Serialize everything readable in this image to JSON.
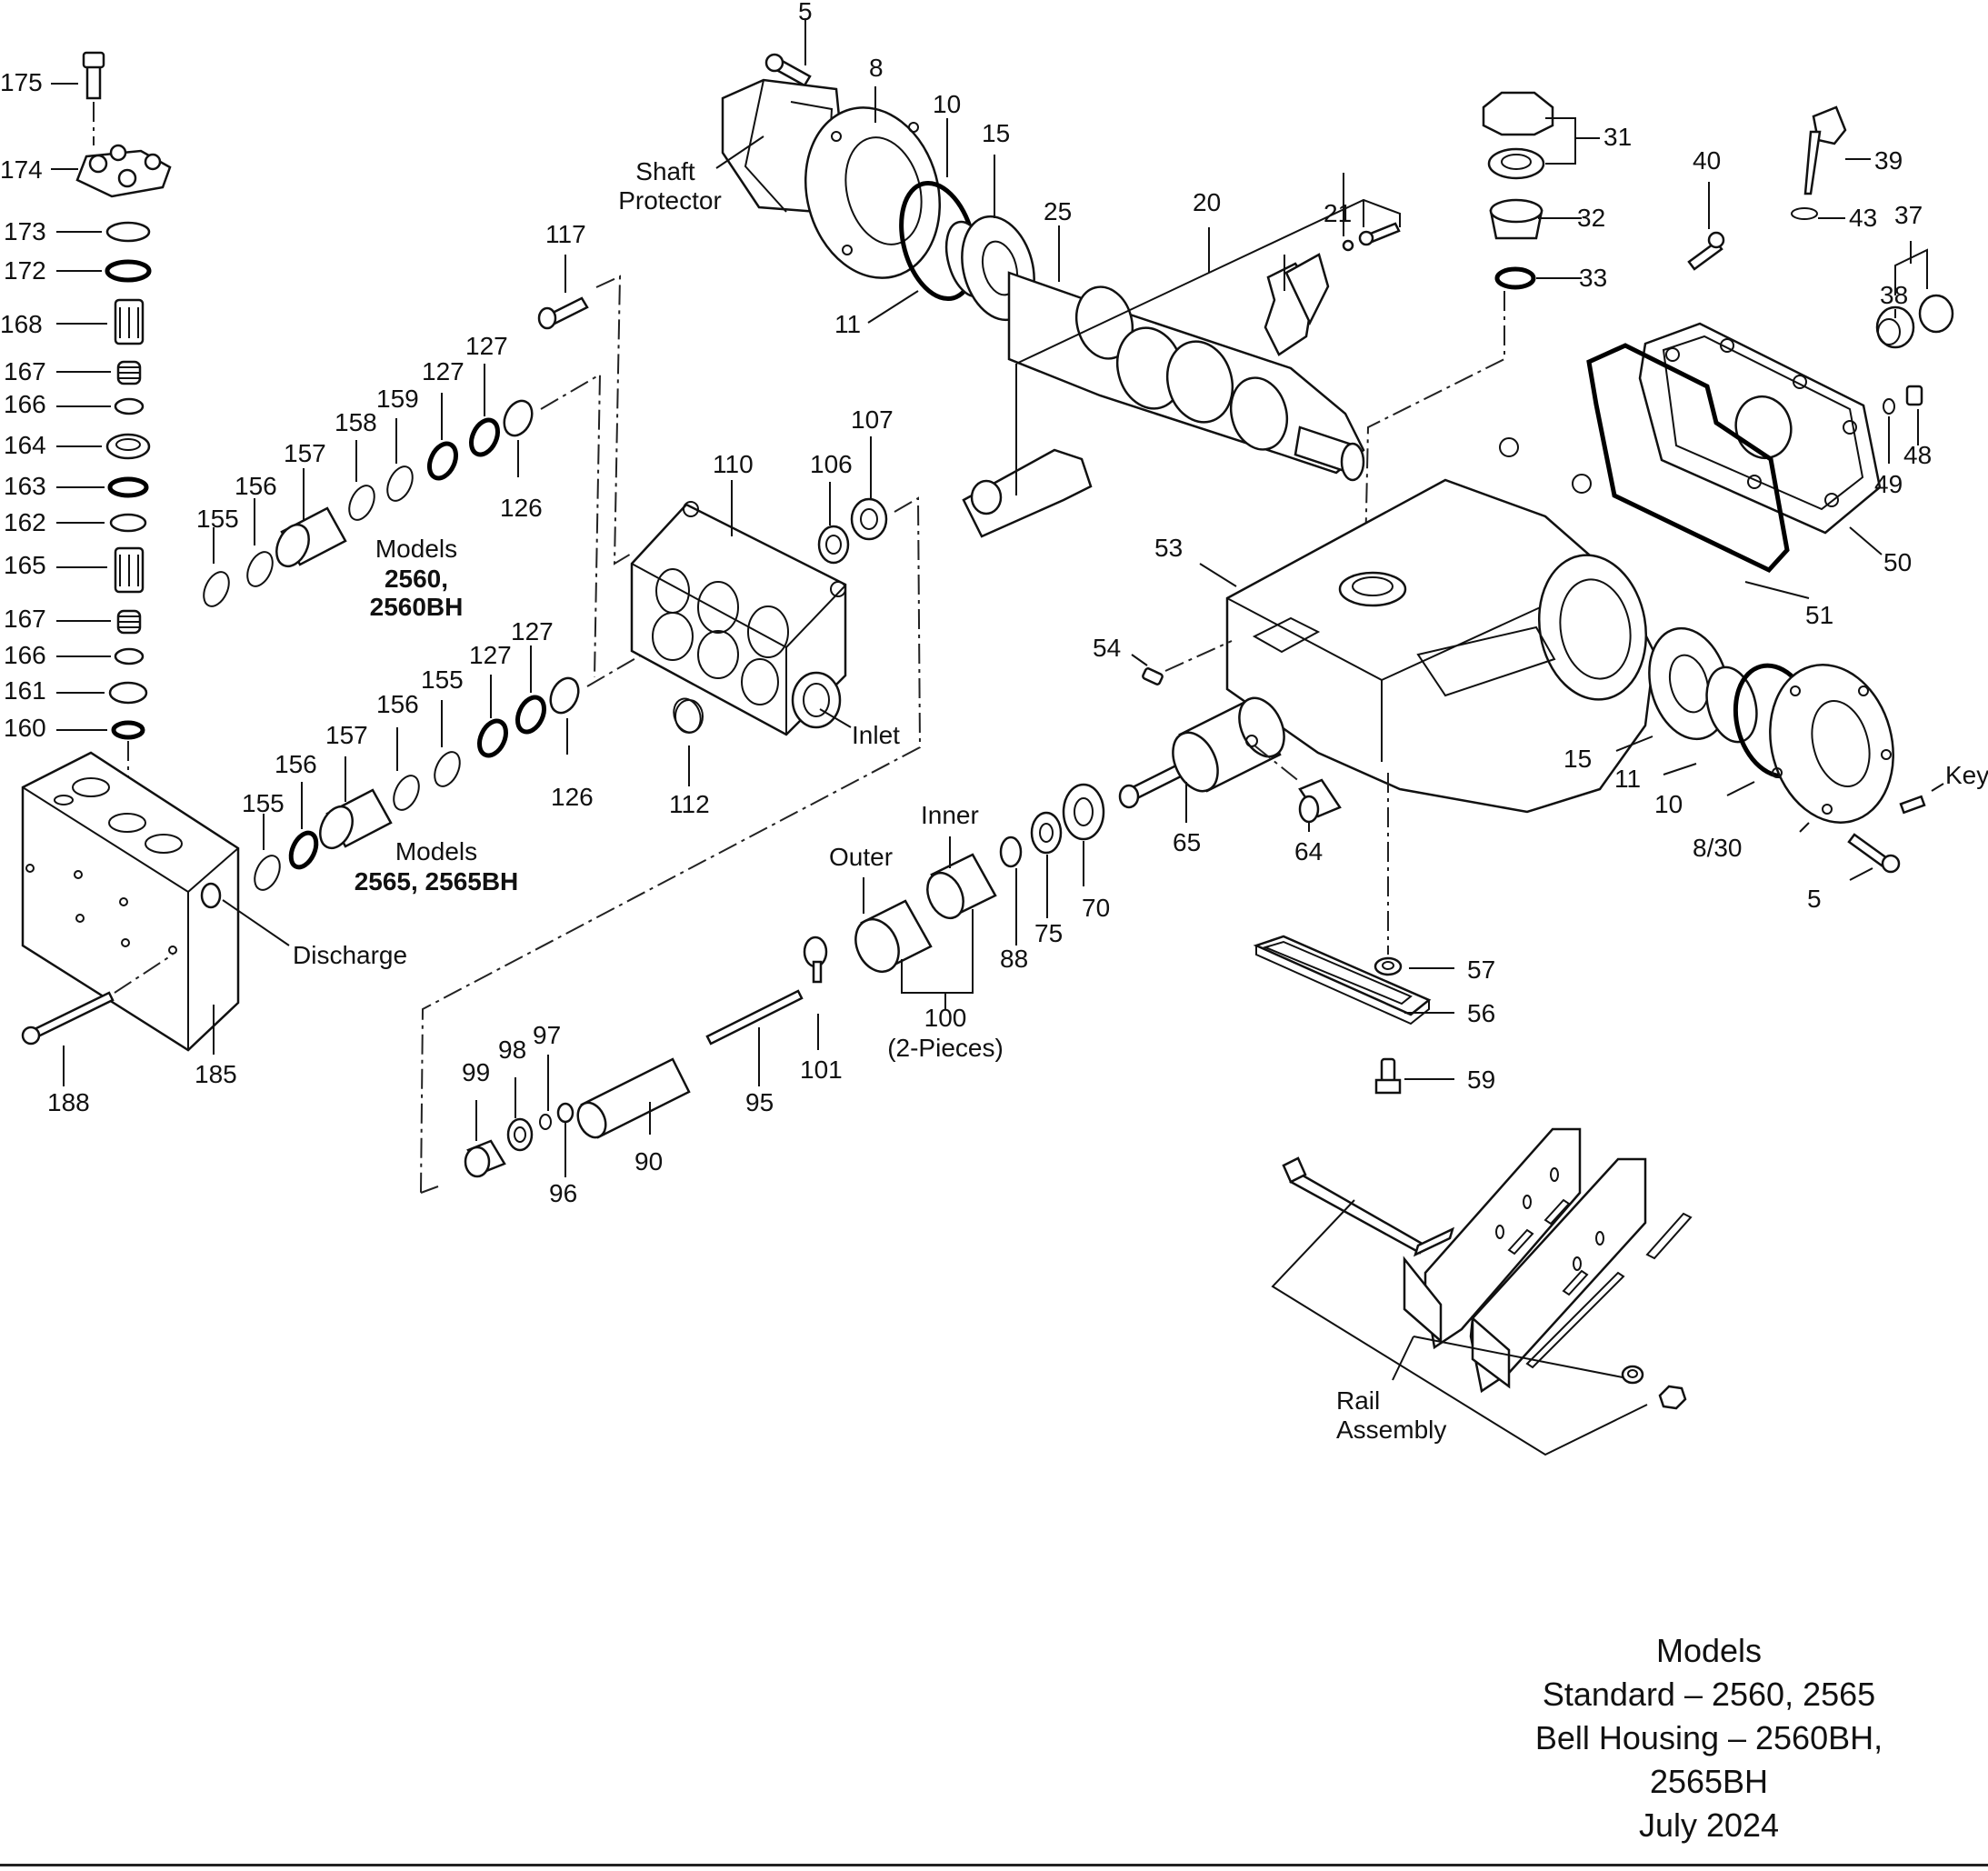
{
  "labels": {
    "l175": "175",
    "l174": "174",
    "l173": "173",
    "l172": "172",
    "l168": "168",
    "l167a": "167",
    "l166a": "166",
    "l164": "164",
    "l163": "163",
    "l162": "162",
    "l165": "165",
    "l167b": "167",
    "l166b": "166",
    "l161": "161",
    "l160": "160",
    "l185": "185",
    "l188": "188",
    "discharge": "Discharge",
    "l117": "117",
    "l155a": "155",
    "l156a": "156",
    "l157a": "157",
    "l158": "158",
    "l159": "159",
    "l127a": "127",
    "l127b": "127",
    "l126a": "126",
    "l155b": "155",
    "l156b": "156",
    "l157b": "157",
    "l156c": "156",
    "l155c": "155",
    "l127c": "127",
    "l127d": "127",
    "l126b": "126",
    "models_a_title": "Models",
    "models_a_1": "2560,",
    "models_a_2": "2560BH",
    "models_b_title": "Models",
    "models_b_1": "2565, 2565BH",
    "l110": "110",
    "l106": "106",
    "l107": "107",
    "l112": "112",
    "inlet": "Inlet",
    "l5a": "5",
    "l8": "8",
    "l10a": "10",
    "l15a": "15",
    "l11a": "11",
    "shaft1": "Shaft",
    "shaft2": "Protector",
    "l25": "25",
    "l20": "20",
    "l21": "21",
    "l31": "31",
    "l32": "32",
    "l33": "33",
    "l40": "40",
    "l39": "39",
    "l43": "43",
    "l37": "37",
    "l38": "38",
    "l48": "48",
    "l49": "49",
    "l50": "50",
    "l51": "51",
    "l53": "53",
    "l54": "54",
    "l65": "65",
    "l64": "64",
    "l15b": "15",
    "l11b": "11",
    "l10b": "10",
    "l830": "8/30",
    "l5b": "5",
    "key": "Key",
    "l57": "57",
    "l56": "56",
    "l59": "59",
    "inner": "Inner",
    "outer": "Outer",
    "l88": "88",
    "l75": "75",
    "l70": "70",
    "l100": "100",
    "l100b": "(2-Pieces)",
    "l101": "101",
    "l95": "95",
    "l90": "90",
    "l99": "99",
    "l98": "98",
    "l97": "97",
    "l96": "96",
    "rail1": "Rail",
    "rail2": "Assembly"
  },
  "footer": {
    "line1": "Models",
    "line2": "Standard – 2560, 2565",
    "line3": "Bell Housing – 2560BH, 2565BH",
    "line4": "July 2024"
  }
}
